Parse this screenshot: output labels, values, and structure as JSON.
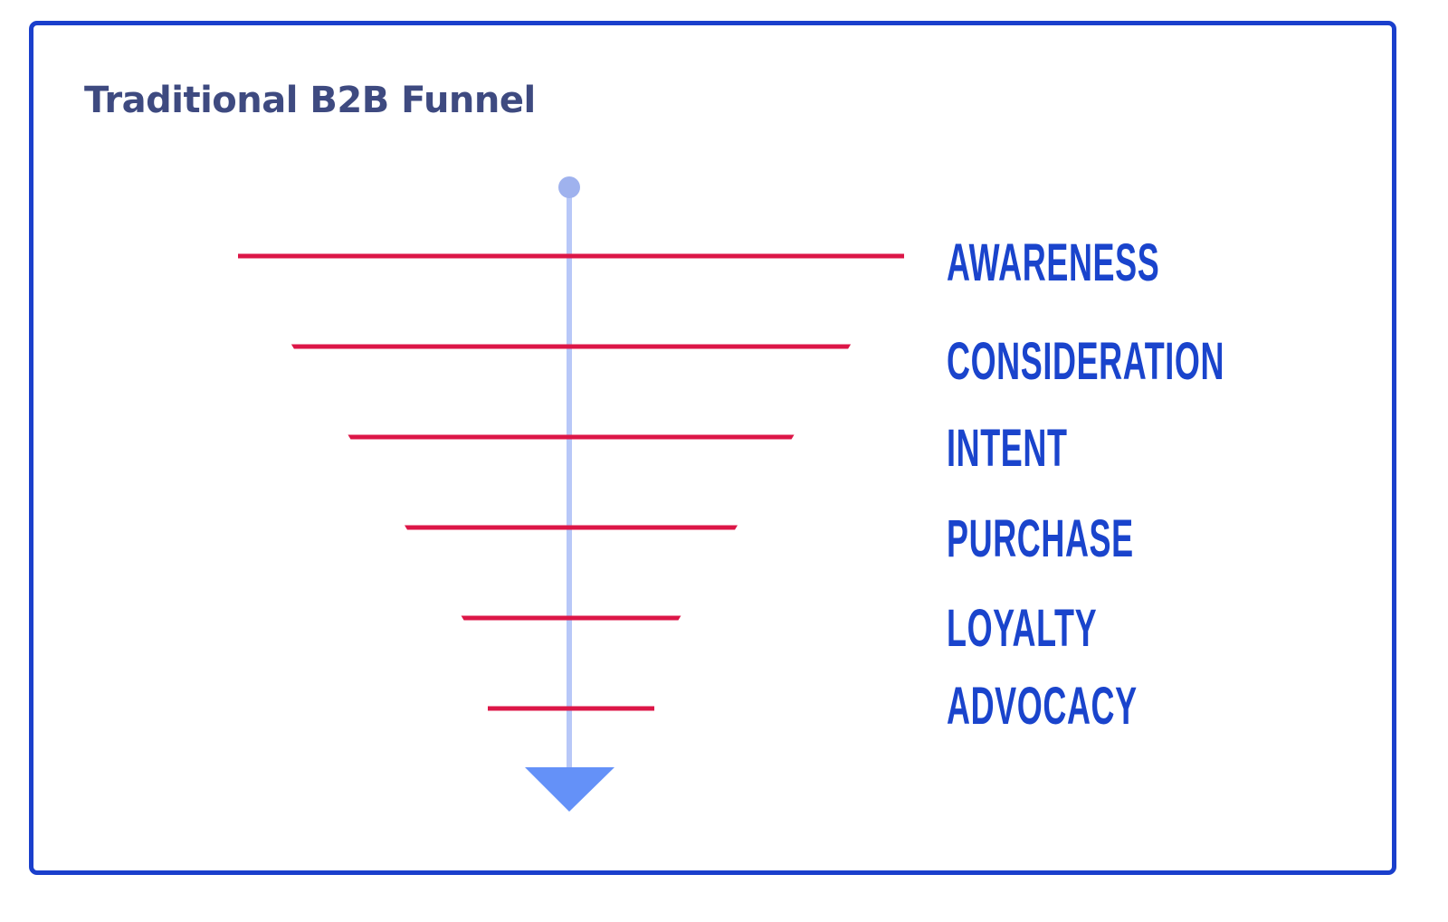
{
  "title": "Traditional B2B Funnel",
  "colors": {
    "frame": "#1a3fcc",
    "title": "#3e4a80",
    "stage_line": "#dc1647",
    "axis": "#b8c8f8",
    "arrow": "#6491f8",
    "start_dot": "#9fb2ee",
    "stage_label": "#1a44cc"
  },
  "funnel": {
    "direction": "top-to-bottom",
    "stages": [
      {
        "label": "AWARENESS",
        "relative_width": 1.0
      },
      {
        "label": "CONSIDERATION",
        "relative_width": 0.84
      },
      {
        "label": "INTENT",
        "relative_width": 0.67
      },
      {
        "label": "PURCHASE",
        "relative_width": 0.5
      },
      {
        "label": "LOYALTY",
        "relative_width": 0.33
      },
      {
        "label": "ADVOCACY",
        "relative_width": 0.25
      }
    ]
  }
}
